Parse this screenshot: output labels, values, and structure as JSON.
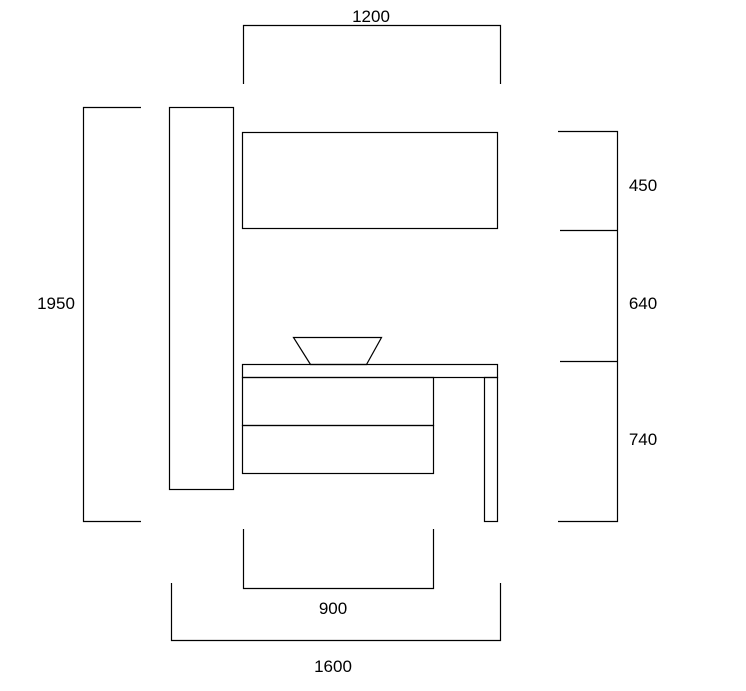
{
  "dimensions": {
    "top_width": "1200",
    "left_height": "1950",
    "right_upper": "450",
    "right_middle": "640",
    "right_lower": "740",
    "bottom_inner": "900",
    "bottom_outer": "1600"
  },
  "colors": {
    "line": "#000000",
    "background": "#ffffff"
  }
}
